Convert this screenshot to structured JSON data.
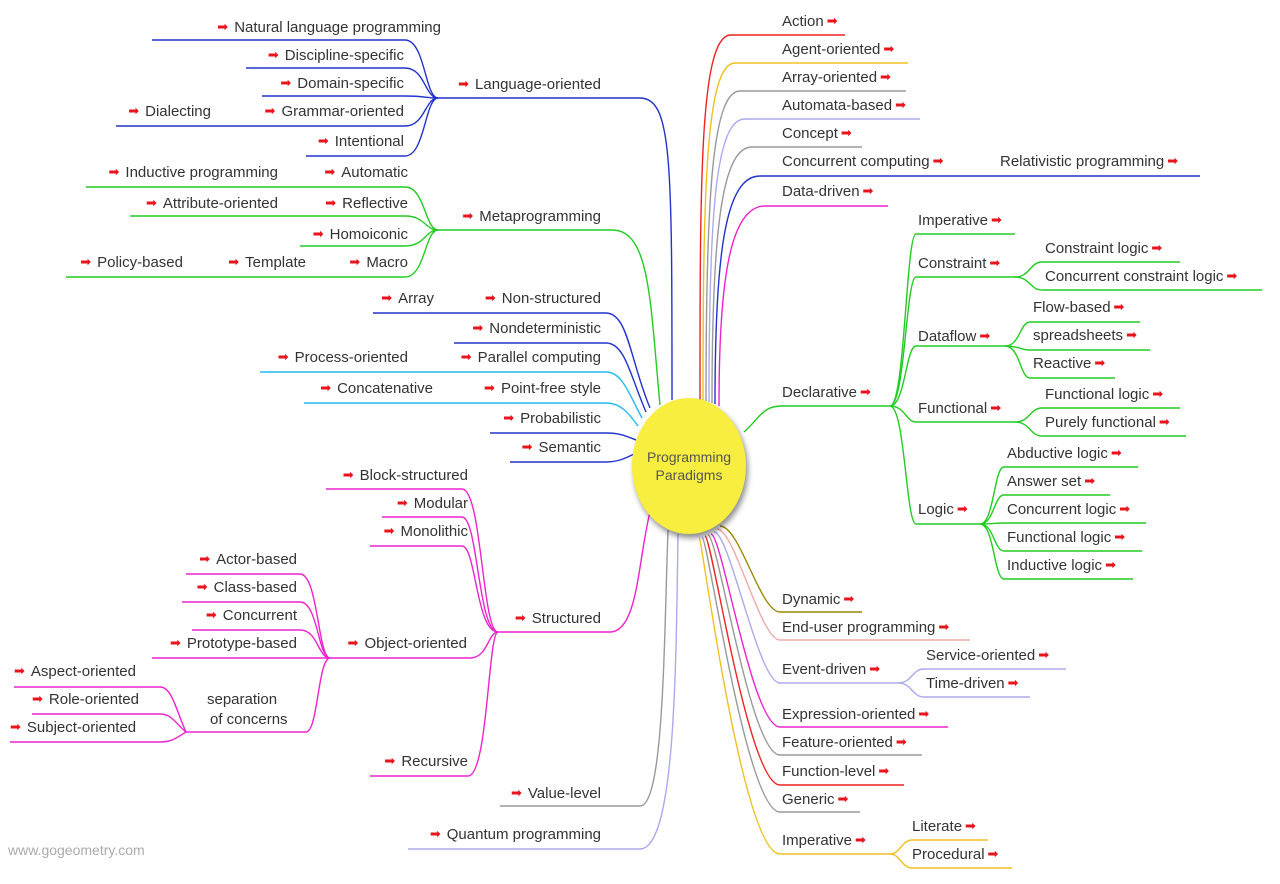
{
  "center": {
    "line1": "Programming",
    "line2": "Paradigms"
  },
  "credit": "www.gogeometry.com",
  "colors": {
    "arrow": "#e8141b",
    "center": "#f7ee3f",
    "text": "#333333"
  },
  "labels": {
    "language_oriented": "Language-oriented",
    "natural_language": "Natural language programming",
    "discipline_specific": "Discipline-specific",
    "domain_specific": "Domain-specific",
    "grammar_oriented": "Grammar-oriented",
    "dialecting": "Dialecting",
    "intentional": "Intentional",
    "metaprogramming": "Metaprogramming",
    "automatic": "Automatic",
    "inductive_programming": "Inductive programming",
    "reflective": "Reflective",
    "attribute_oriented": "Attribute-oriented",
    "homoiconic": "Homoiconic",
    "macro": "Macro",
    "template": "Template",
    "policy_based": "Policy-based",
    "non_structured": "Non-structured",
    "array": "Array",
    "nondeterministic": "Nondeterministic",
    "parallel_computing": "Parallel computing",
    "process_oriented": "Process-oriented",
    "point_free": "Point-free style",
    "concatenative": "Concatenative",
    "probabilistic": "Probabilistic",
    "semantic": "Semantic",
    "structured": "Structured",
    "block_structured": "Block-structured",
    "modular": "Modular",
    "monolithic": "Monolithic",
    "object_oriented": "Object-oriented",
    "actor_based": "Actor-based",
    "class_based": "Class-based",
    "concurrent": "Concurrent",
    "prototype_based": "Prototype-based",
    "separation": "separation",
    "of_concerns": "of concerns",
    "aspect_oriented": "Aspect-oriented",
    "role_oriented": "Role-oriented",
    "subject_oriented": "Subject-oriented",
    "recursive": "Recursive",
    "value_level": "Value-level",
    "quantum": "Quantum programming",
    "action": "Action",
    "agent_oriented": "Agent-oriented",
    "array_oriented": "Array-oriented",
    "automata_based": "Automata-based",
    "concept": "Concept",
    "concurrent_computing": "Concurrent computing",
    "relativistic": "Relativistic programming",
    "data_driven": "Data-driven",
    "declarative": "Declarative",
    "imperative_decl": "Imperative",
    "constraint": "Constraint",
    "constraint_logic": "Constraint logic",
    "concurrent_constraint_logic": "Concurrent constraint logic",
    "dataflow": "Dataflow",
    "flow_based": "Flow-based",
    "spreadsheets": "spreadsheets",
    "reactive": "Reactive",
    "functional": "Functional",
    "functional_logic_1": "Functional logic",
    "purely_functional": "Purely functional",
    "logic": "Logic",
    "abductive_logic": "Abductive logic",
    "answer_set": "Answer set",
    "concurrent_logic": "Concurrent logic",
    "functional_logic_2": "Functional logic",
    "inductive_logic": "Inductive logic",
    "dynamic": "Dynamic",
    "end_user": "End-user programming",
    "event_driven": "Event-driven",
    "service_oriented": "Service-oriented",
    "time_driven": "Time-driven",
    "expression_oriented": "Expression-oriented",
    "feature_oriented": "Feature-oriented",
    "function_level": "Function-level",
    "generic": "Generic",
    "imperative": "Imperative",
    "literate": "Literate",
    "procedural": "Procedural"
  }
}
